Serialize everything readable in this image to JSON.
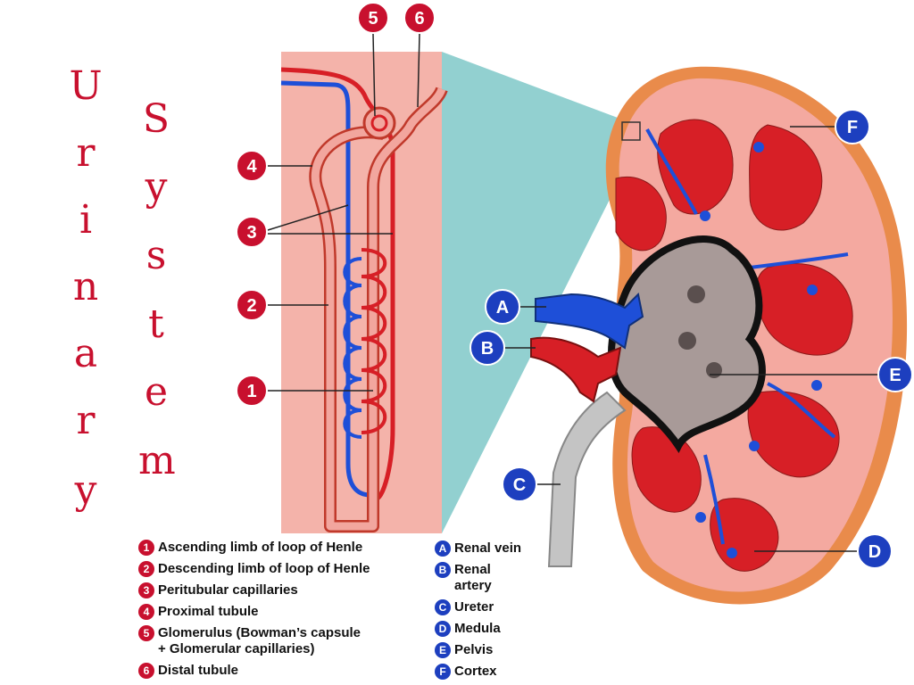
{
  "title": {
    "word1": [
      "U",
      "r",
      "i",
      "n",
      "a",
      "r",
      "y"
    ],
    "word2": [
      "S",
      "y",
      "s",
      "t",
      "e",
      "m"
    ]
  },
  "colors": {
    "title": "#c8102e",
    "number_badge": "#c8102e",
    "letter_badge": "#1d3fbf",
    "nephron_panel": "#f4b3aa",
    "zoom_beam": "#7fc8c8",
    "artery": "#d71f26",
    "vein": "#1e4fd8",
    "cortex_outline": "#e98b4b",
    "pelvis": "#a89a98"
  },
  "callouts": {
    "numbers": [
      "5",
      "6",
      "4",
      "3",
      "2",
      "1"
    ],
    "letters": [
      "F",
      "A",
      "B",
      "E",
      "C",
      "D"
    ]
  },
  "legend_numbers": [
    {
      "num": "1",
      "text": "Ascending limb of loop of Henle"
    },
    {
      "num": "2",
      "text": "Descending limb of loop of Henle"
    },
    {
      "num": "3",
      "text": "Peritubular capillaries"
    },
    {
      "num": "4",
      "text": "Proximal tubule"
    },
    {
      "num": "5",
      "text": "Glomerulus (Bowman’s capsule\n+ Glomerular capillaries)"
    },
    {
      "num": "6",
      "text": "Distal tubule"
    }
  ],
  "legend_letters": [
    {
      "letter": "A",
      "text": "Renal vein"
    },
    {
      "letter": "B",
      "text": "Renal\nartery"
    },
    {
      "letter": "C",
      "text": "Ureter"
    },
    {
      "letter": "D",
      "text": "Medula"
    },
    {
      "letter": "E",
      "text": "Pelvis"
    },
    {
      "letter": "F",
      "text": "Cortex"
    }
  ],
  "icons": [
    "nephron-diagram",
    "kidney-cross-section"
  ]
}
